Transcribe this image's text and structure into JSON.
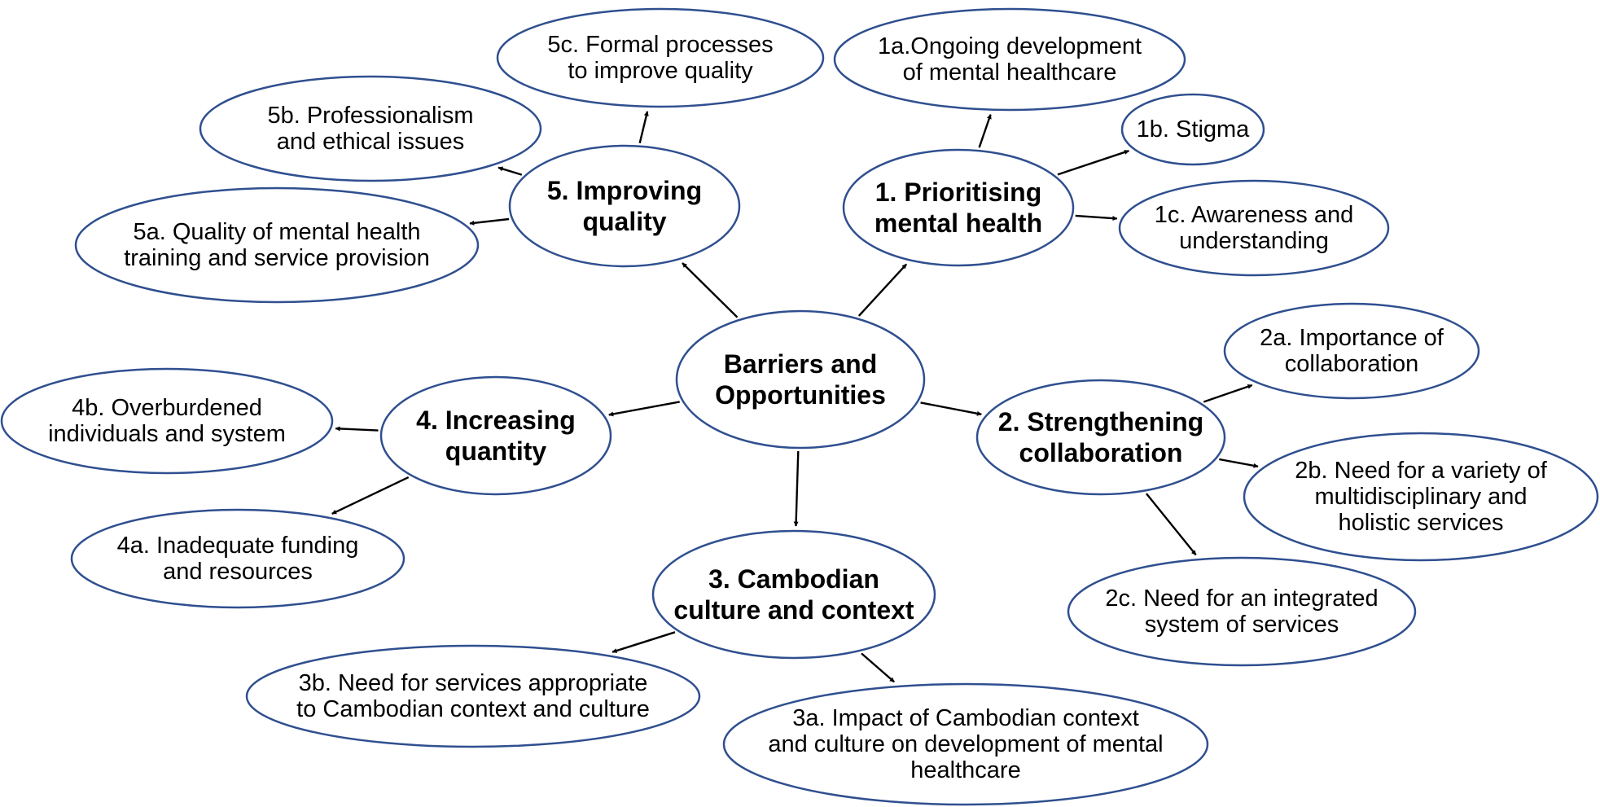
{
  "diagram": {
    "center": {
      "id": "center",
      "lines": [
        "Barriers and",
        "Opportunities"
      ]
    },
    "themes": [
      {
        "id": "t1",
        "lines": [
          "1. Prioritising",
          "mental health"
        ]
      },
      {
        "id": "t2",
        "lines": [
          "2. Strengthening",
          "collaboration"
        ]
      },
      {
        "id": "t3",
        "lines": [
          "3. Cambodian",
          "culture and context"
        ]
      },
      {
        "id": "t4",
        "lines": [
          "4. Increasing",
          "quantity"
        ]
      },
      {
        "id": "t5",
        "lines": [
          "5. Improving",
          "quality"
        ]
      }
    ],
    "subthemes": [
      {
        "id": "s1a",
        "lines": [
          "1a.Ongoing development",
          "of mental healthcare"
        ]
      },
      {
        "id": "s1b",
        "lines": [
          "1b. Stigma"
        ]
      },
      {
        "id": "s1c",
        "lines": [
          "1c. Awareness and",
          "understanding"
        ]
      },
      {
        "id": "s2a",
        "lines": [
          "2a. Importance of",
          "collaboration"
        ]
      },
      {
        "id": "s2b",
        "lines": [
          "2b. Need for a variety of",
          "multidisciplinary and",
          "holistic services"
        ]
      },
      {
        "id": "s2c",
        "lines": [
          "2c. Need for an integrated",
          "system of services"
        ]
      },
      {
        "id": "s3a",
        "lines": [
          "3a. Impact of Cambodian context",
          "and culture on development of mental",
          "healthcare"
        ]
      },
      {
        "id": "s3b",
        "lines": [
          "3b. Need for services appropriate",
          "to Cambodian context and culture"
        ]
      },
      {
        "id": "s4a",
        "lines": [
          "4a. Inadequate funding",
          "and resources"
        ]
      },
      {
        "id": "s4b",
        "lines": [
          "4b. Overburdened",
          "individuals and system"
        ]
      },
      {
        "id": "s5a",
        "lines": [
          "5a. Quality of mental health",
          "training and service provision"
        ]
      },
      {
        "id": "s5b",
        "lines": [
          "5b. Professionalism",
          "and ethical issues"
        ]
      },
      {
        "id": "s5c",
        "lines": [
          "5c. Formal processes",
          "to improve quality"
        ]
      }
    ],
    "edges": [
      {
        "from": "center",
        "to": "t1"
      },
      {
        "from": "center",
        "to": "t2"
      },
      {
        "from": "center",
        "to": "t3"
      },
      {
        "from": "center",
        "to": "t4"
      },
      {
        "from": "center",
        "to": "t5"
      },
      {
        "from": "t1",
        "to": "s1a"
      },
      {
        "from": "t1",
        "to": "s1b"
      },
      {
        "from": "t1",
        "to": "s1c"
      },
      {
        "from": "t2",
        "to": "s2a"
      },
      {
        "from": "t2",
        "to": "s2b"
      },
      {
        "from": "t2",
        "to": "s2c"
      },
      {
        "from": "t3",
        "to": "s3a"
      },
      {
        "from": "t3",
        "to": "s3b"
      },
      {
        "from": "t4",
        "to": "s4a"
      },
      {
        "from": "t4",
        "to": "s4b"
      },
      {
        "from": "t5",
        "to": "s5a"
      },
      {
        "from": "t5",
        "to": "s5b"
      },
      {
        "from": "t5",
        "to": "s5c"
      }
    ],
    "colors": {
      "outline": "#2f4f8f",
      "arrow": "#000000",
      "text": "#000000"
    }
  }
}
